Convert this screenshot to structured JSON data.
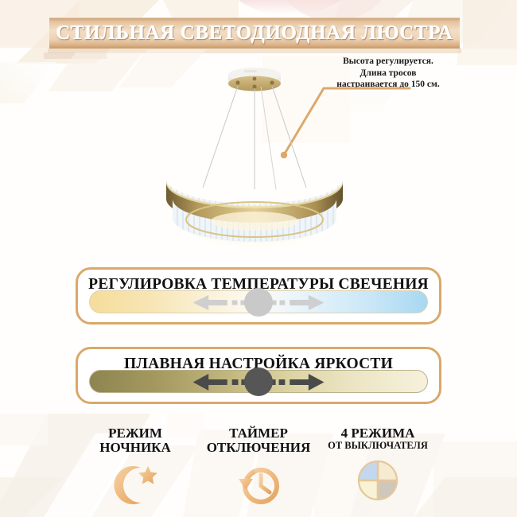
{
  "page": {
    "background_color": "#fffefc",
    "accent_color": "#d9a86a",
    "banner_color": "#e6c4a0"
  },
  "header": {
    "title": "СТИЛЬНАЯ СВЕТОДИОДНАЯ ЛЮСТРА"
  },
  "annotation": {
    "line1": "Высота регулируется.",
    "line2": "Длина тросов",
    "line3": "настраивается до 150 см.",
    "leader_color": "#dda86a"
  },
  "product": {
    "name": "led-chandelier",
    "ring_color": "#cbab63",
    "crystal_color": "#eef3f7",
    "cable_count": 4
  },
  "panels": [
    {
      "id": "color-temperature",
      "title": "РЕГУЛИРОВКА ТЕМПЕРАТУРЫ СВЕЧЕНИЯ",
      "slider": {
        "name": "color-temperature-slider",
        "knob_position_percent": 50,
        "left_arrow": "arrow-left-icon",
        "right_arrow": "arrow-right-icon",
        "gradient_from": "#f5dd9a",
        "gradient_to": "#a8d8f2",
        "knob_color": "#c9c9c9"
      }
    },
    {
      "id": "brightness",
      "title": "ПЛАВНАЯ НАСТРОЙКА ЯРКОСТИ",
      "slider": {
        "name": "brightness-slider",
        "knob_position_percent": 50,
        "left_arrow": "arrow-left-icon",
        "right_arrow": "arrow-right-icon",
        "gradient_from": "#8d8450",
        "gradient_to": "#f6f1dc",
        "knob_color": "#565656"
      }
    }
  ],
  "features": [
    {
      "id": "night-mode",
      "line1": "РЕЖИМ",
      "line2": "НОЧНИКА",
      "line2_size": "big",
      "icon": "moon-star-icon",
      "icon_color": "#eeb87c"
    },
    {
      "id": "shutdown-timer",
      "line1": "ТАЙМЕР",
      "line2": "ОТКЛЮЧЕНИЯ",
      "line2_size": "big",
      "icon": "clock-history-icon",
      "icon_color": "#eeb87c"
    },
    {
      "id": "four-modes-switch",
      "line1": "4 РЕЖИМА",
      "line2": "ОТ ВЫКЛЮЧАТЕЛЯ",
      "line2_size": "small",
      "icon": "four-quadrant-circle-icon",
      "icon_quadrants": [
        "#c3d7ee",
        "#f6ead0",
        "#f7f3d4",
        "#cfc7bc"
      ]
    }
  ]
}
